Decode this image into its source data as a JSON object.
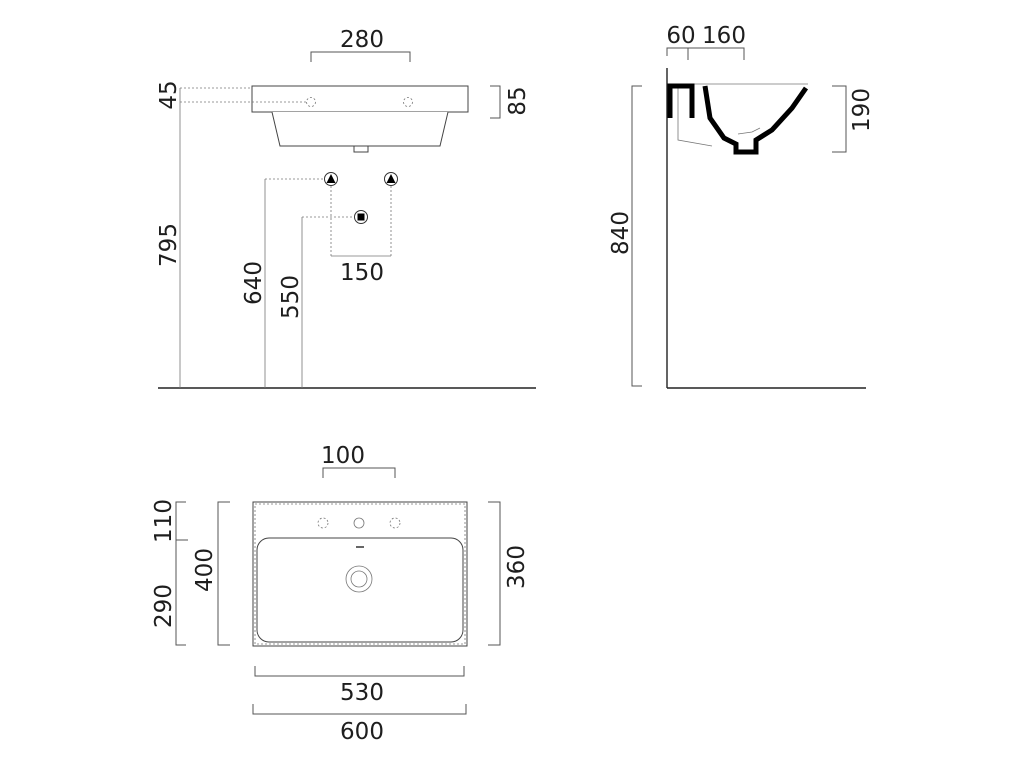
{
  "front_view": {
    "dim_tap_spacing": "280",
    "dim_hole_offset": "45",
    "dim_rim_height": "85",
    "dim_rim_floor": "795",
    "dim_inlet_height": "640",
    "dim_waste_height": "550",
    "dim_inlet_spacing": "150"
  },
  "side_view": {
    "dim_wall_gap": "60",
    "dim_hole_depth": "160",
    "dim_basin_depth": "190",
    "dim_total_height": "840"
  },
  "top_view": {
    "dim_hole_spacing": "100",
    "dim_back_ledge": "110",
    "dim_overall_depth": "400",
    "dim_bowl_depth": "290",
    "dim_inner_depth": "360",
    "dim_inner_width": "530",
    "dim_overall_width": "600"
  }
}
